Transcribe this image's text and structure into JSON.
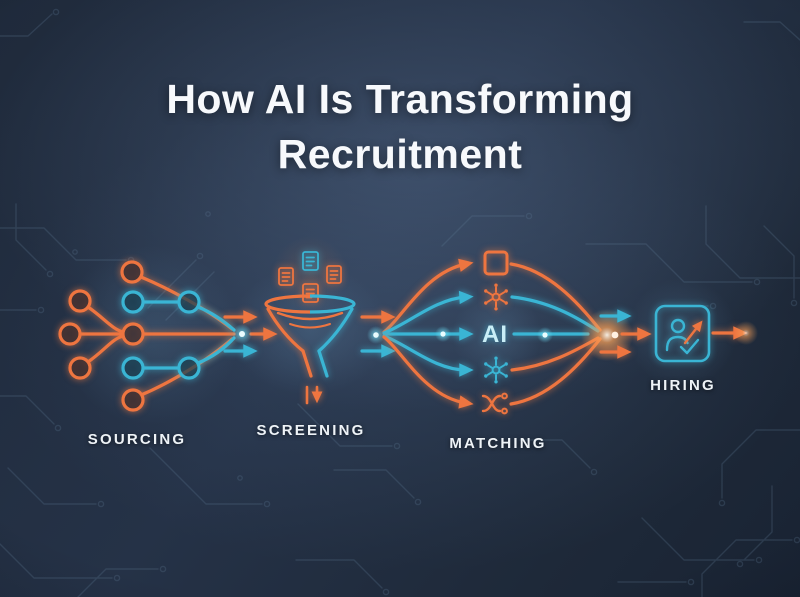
{
  "title": {
    "line1": "How AI Is Transforming",
    "line2": "Recruitment"
  },
  "stages": [
    {
      "id": "sourcing",
      "label": "SOURCING"
    },
    {
      "id": "screening",
      "label": "SCREENING"
    },
    {
      "id": "matching",
      "label": "MATCHING",
      "ai_label": "AI"
    },
    {
      "id": "hiring",
      "label": "HIRING"
    }
  ],
  "icons": [
    "network-nodes-icon",
    "document-icon",
    "funnel-icon",
    "drop-down-icon",
    "square-icon",
    "hub-node-icon",
    "ai-label",
    "shuffle-split-icon",
    "candidate-growth-icon",
    "checkmark-icon",
    "flow-arrow-icon",
    "glow-dot"
  ],
  "theme": {
    "bg": "#1d2838",
    "orange": "#ee7540",
    "teal": "#3ab5d4",
    "circuit": "#5f7a96",
    "text": "#f4f7fa",
    "title_text": "#f7f9fc"
  }
}
